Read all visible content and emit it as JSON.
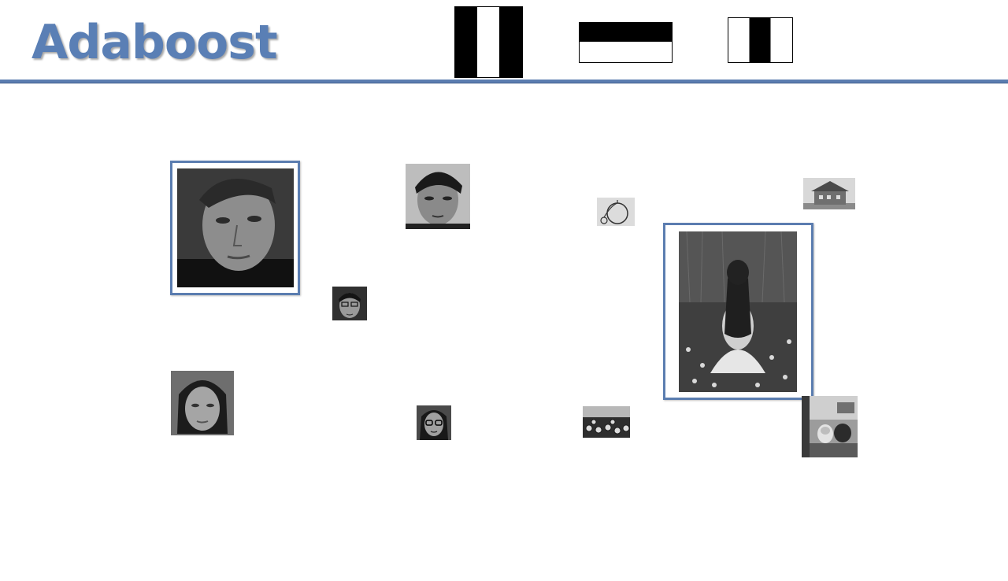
{
  "slide": {
    "title": "Adaboost"
  },
  "colors": {
    "accent": "#5b7db0",
    "title_text": "#5a7fb5",
    "background": "#ffffff"
  },
  "features": [
    {
      "name": "haar-vertical-three-rect",
      "pattern": "black-white-black"
    },
    {
      "name": "haar-horizontal-two-rect",
      "pattern": "black-over-white"
    },
    {
      "name": "haar-vertical-three-rect-inverted",
      "pattern": "white-black-white"
    }
  ],
  "images": {
    "faces": [
      "face-young-man-large",
      "face-man-medium",
      "face-man-glasses-small",
      "face-woman",
      "face-woman-glasses-small"
    ],
    "non_faces": [
      "penny-farthing-bicycle",
      "house",
      "girl-in-field-large",
      "sunflower-field",
      "dogs-at-window"
    ]
  }
}
